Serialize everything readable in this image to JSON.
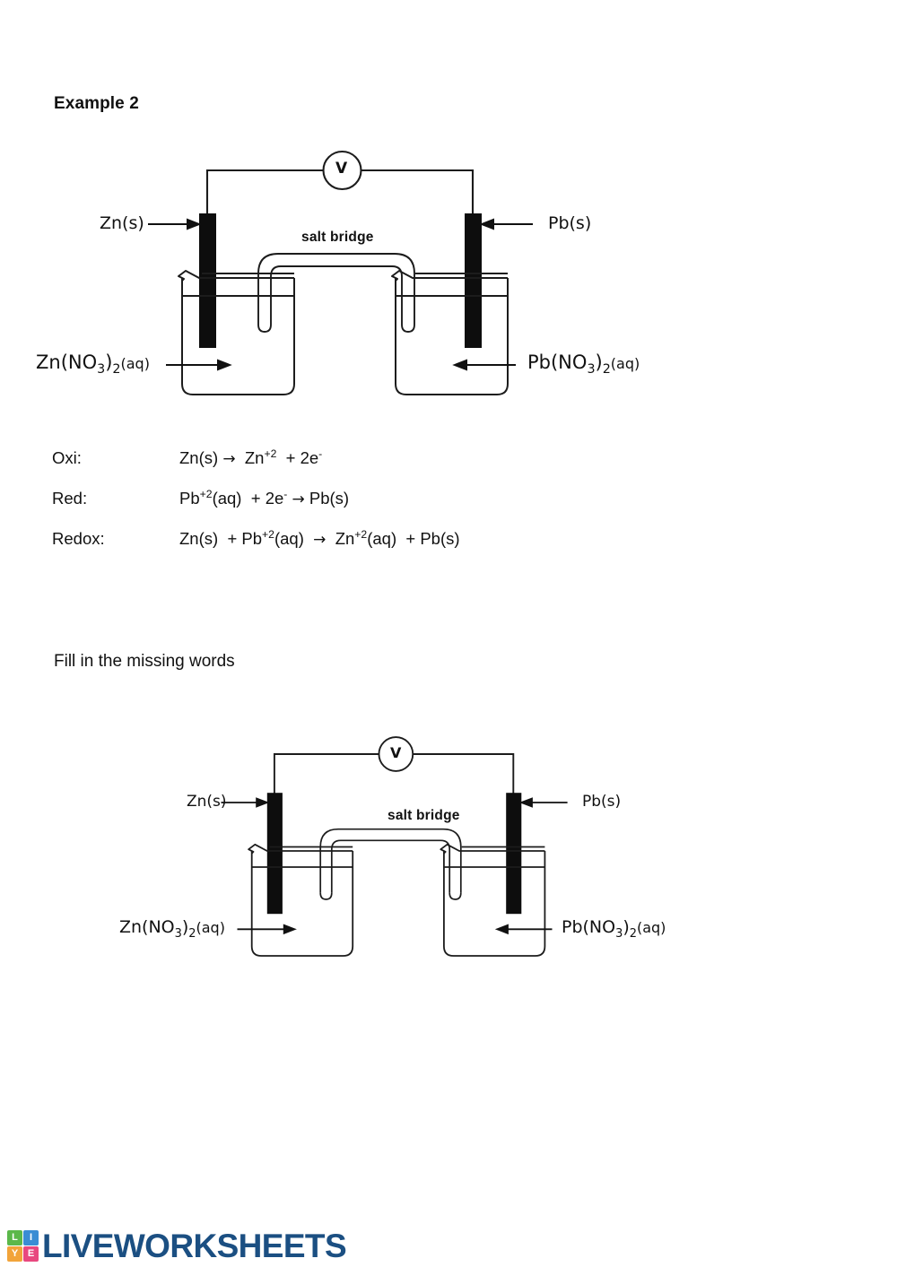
{
  "document": {
    "heading": "Example 2",
    "prompt": "Fill in the missing words"
  },
  "equations": {
    "rows": [
      {
        "label": "Oxi:",
        "reactant": "Zn(s)",
        "arrow": "→",
        "product_a": "Zn",
        "product_a_charge": "+2",
        "plus": "+",
        "electrons": "2e",
        "electrons_charge": "-",
        "full_text": "Zn(s) → Zn+2 + 2e-"
      },
      {
        "label": "Red:",
        "reactant": "Pb",
        "reactant_charge": "+2",
        "reactant_state": "(aq)",
        "plus": "+",
        "electrons": "2e",
        "electrons_charge": "-",
        "arrow": "→",
        "product": "Pb(s)",
        "full_text": "Pb+2(aq) + 2e- → Pb(s)"
      },
      {
        "label": "Redox:",
        "reactant_a": "Zn(s)",
        "plus_1": "+",
        "reactant_b": "Pb",
        "reactant_b_charge": "+2",
        "reactant_b_state": "(aq)",
        "arrow": "→",
        "product_a": "Zn",
        "product_a_charge": "+2",
        "product_a_state": "(aq)",
        "plus_2": "+",
        "product_b": "Pb(s)",
        "full_text": "Zn(s) + Pb+2(aq) → Zn+2(aq) + Pb(s)"
      }
    ]
  },
  "figures": [
    {
      "id": "galvanic-cell-example",
      "voltmeter": "V",
      "salt_bridge": "salt bridge",
      "left_electrode": "Zn(s)",
      "right_electrode": "Pb(s)",
      "left_solution_formula": "Zn(NO",
      "left_solution_sub1": "3",
      "left_solution_mid": ")",
      "left_solution_sub2": "2",
      "left_solution_state": "(aq)",
      "right_solution_formula": "Pb(NO",
      "right_solution_sub1": "3",
      "right_solution_mid": ")",
      "right_solution_sub2": "2",
      "right_solution_state": "(aq)"
    },
    {
      "id": "galvanic-cell-exercise",
      "voltmeter": "V",
      "salt_bridge": "salt bridge",
      "left_electrode": "Zn(s)",
      "right_electrode": "Pb(s)",
      "left_solution_formula": "Zn(NO",
      "left_solution_sub1": "3",
      "left_solution_mid": ")",
      "left_solution_sub2": "2",
      "left_solution_state": "(aq)",
      "right_solution_formula": "Pb(NO",
      "right_solution_sub1": "3",
      "right_solution_mid": ")",
      "right_solution_sub2": "2",
      "right_solution_state": "(aq)"
    }
  ],
  "footer": {
    "brand": "LIVEWORKSHEETS",
    "tiles": [
      {
        "letter": "L",
        "color": "#5bb84a"
      },
      {
        "letter": "I",
        "color": "#3a8dd4"
      },
      {
        "letter": "Y",
        "color": "#f2a43a"
      },
      {
        "letter": "E",
        "color": "#e8487f"
      }
    ],
    "brand_color": "#1b4f82"
  },
  "colors": {
    "ink": "#111111",
    "electrode": "#0d0d0d",
    "line": "#222222"
  }
}
